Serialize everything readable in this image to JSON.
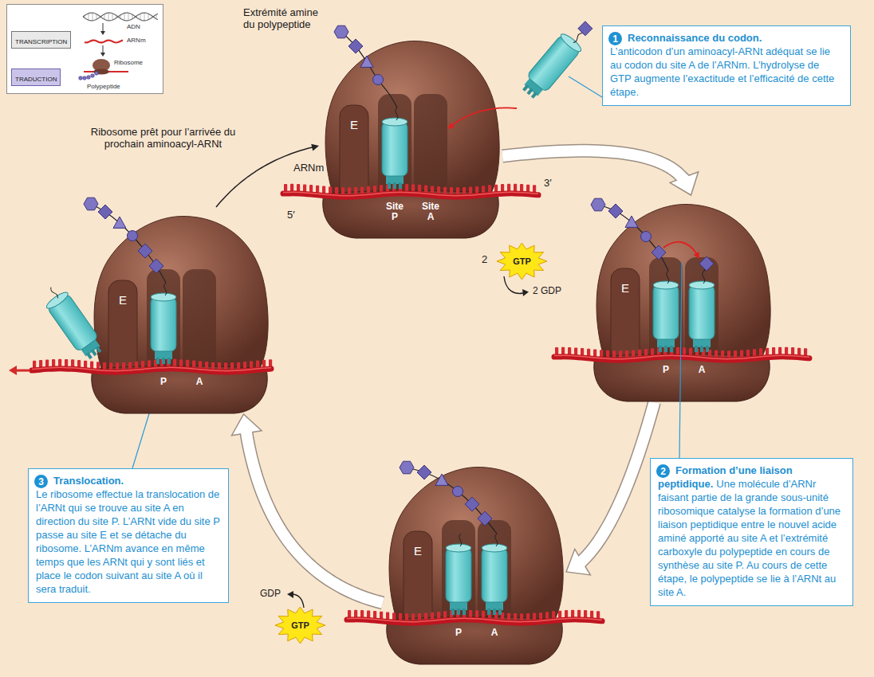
{
  "diagram": {
    "nodes": [
      {
        "text": [
          "ADN",
          "ARNm",
          "Ribosome",
          "Polypeptide"
        ]
      },
      {
        "text": [
          "TRANSCRIPTION"
        ],
        "in": 0
      },
      {
        "text": [
          "TRADUCTION"
        ],
        "in": 0
      },
      {
        "text": [
          "E",
          "Site P",
          "Site A"
        ]
      },
      {
        "text": [
          "Reconnaissance du codon.",
          "L’anticodon d’un aminoacyl-ARNt adéquat se lie au codon du site A de l’ARNm. L’hydrolyse de GTP augmente l’exactitude et l’efficacité de cette étape."
        ]
      },
      {
        "text": [
          "1"
        ],
        "in": 4
      },
      {
        "text": [
          "E",
          "P",
          "A"
        ]
      },
      {
        "text": [
          "GTP"
        ]
      },
      {
        "text": [
          "E",
          "P",
          "A"
        ]
      },
      {
        "text": [
          "Translocation.",
          "Le ribosome effectue la translocation de l’ARNt qui se trouve au site A en direction du site P. L’ARNt vide du site P passe au site E et se détache du ribosome. L’ARNm avance en même temps que les ARNt qui y sont liés et place le codon suivant au site A où il sera traduit."
        ]
      },
      {
        "text": [
          "3"
        ],
        "in": 9
      },
      {
        "text": [
          "E",
          "P",
          "A"
        ]
      },
      {
        "text": [
          "GTP"
        ]
      },
      {
        "text": [
          "Formation d’une liaison peptidique.",
          "Une molécule d’ARNr faisant partie de la grande sous-unité ribosomique catalyse la formation d’une liaison peptidique entre le nouvel acide aminé apporté au site A et l’extrémité carboxyle du polypeptide en cours de synthèse au site P. Au cours de cette étape, le polypeptide se lie à l’ARNt au site A."
        ]
      },
      {
        "text": [
          "2"
        ],
        "in": 13
      }
    ],
    "edges": [
      {
        "from": 3,
        "to": 8,
        "arrow": "to"
      },
      {
        "from": 8,
        "to": 11,
        "arrow": "to"
      },
      {
        "from": 11,
        "to": 6,
        "arrow": "to"
      },
      {
        "from": 6,
        "to": 3,
        "arrow": "to"
      }
    ],
    "labels": [
      "Extrémité amine du polypeptide",
      "ARNm",
      "3′",
      "5′",
      "2",
      "2 GDP",
      "GDP",
      "Ribosome prêt pour l’arrivée du prochain aminoacyl-ARNt"
    ]
  }
}
